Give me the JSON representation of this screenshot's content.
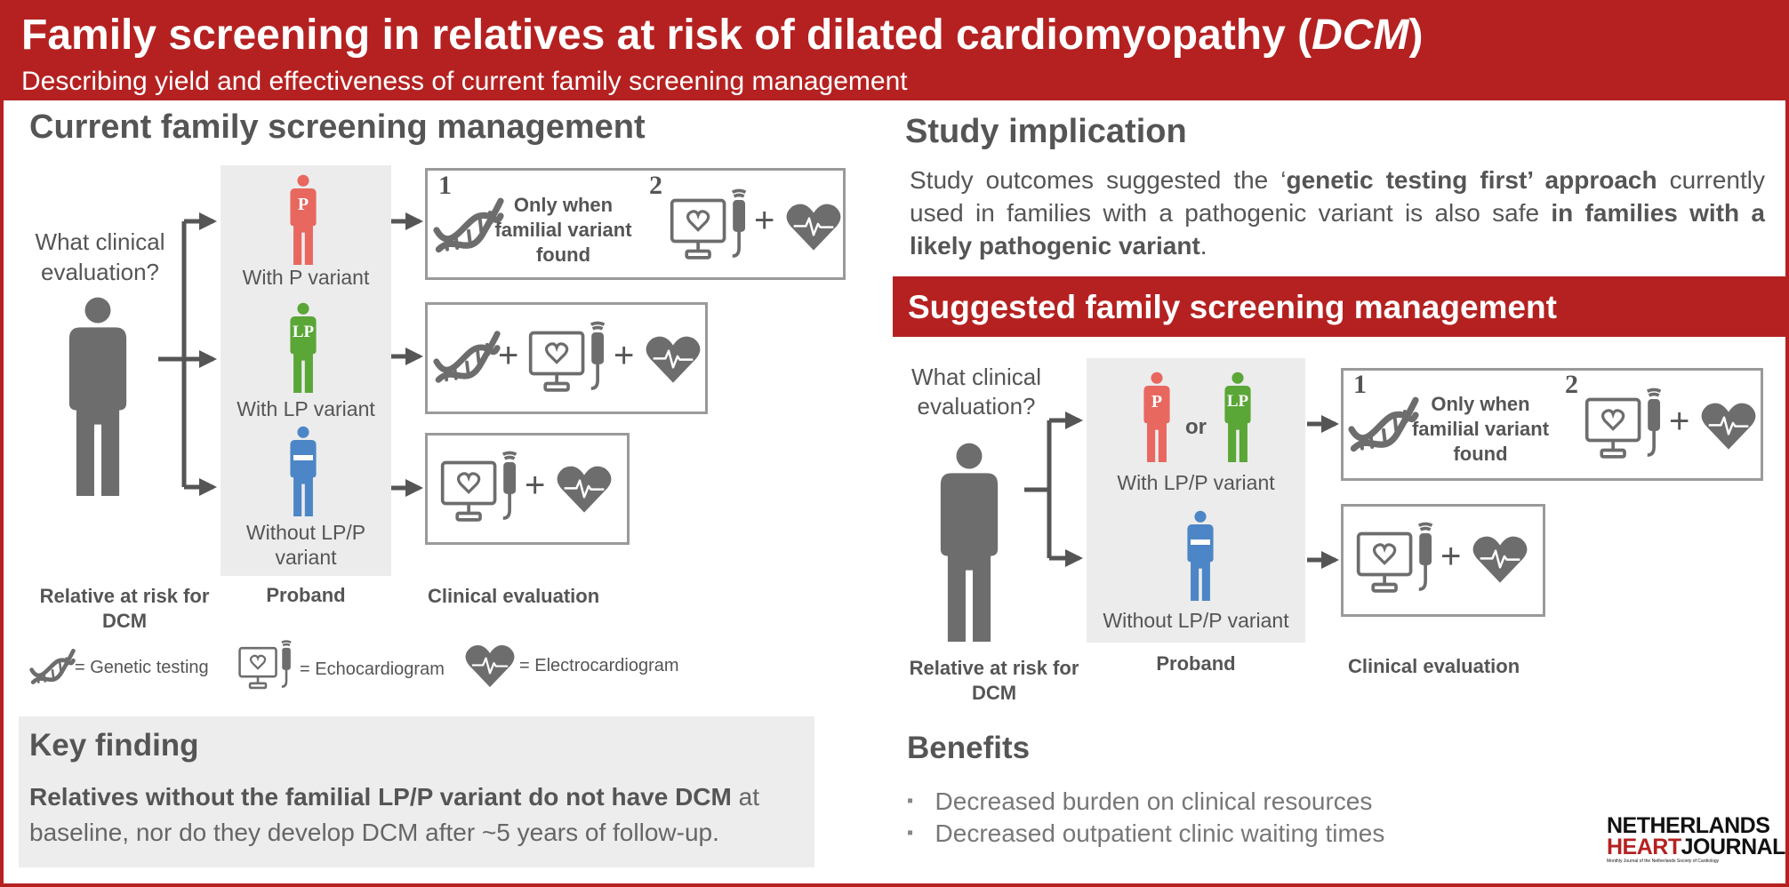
{
  "header": {
    "title_main": "Family screening in relatives at risk of dilated cardiomyopathy (",
    "title_abbr": "DCM",
    "title_close": ")",
    "subtitle": "Describing yield and effectiveness of current family screening management"
  },
  "left": {
    "heading": "Current family screening management",
    "question": "What clinical evaluation?",
    "proband_p": "With P variant",
    "proband_lp": "With LP variant",
    "proband_none": "Without LP/P variant",
    "badge_p": "P",
    "badge_lp": "LP",
    "step1": "1",
    "step2": "2",
    "only_when": "Only when familial variant found",
    "col_relative": "Relative at risk for DCM",
    "col_proband": "Proband",
    "col_clinical": "Clinical evaluation",
    "legend": {
      "genetic": "= Genetic testing",
      "echo": "= Echocardiogram",
      "ecg": "= Electrocardiogram"
    }
  },
  "key_finding": {
    "heading": "Key finding",
    "bold_text": "Relatives without the familial LP/P variant do not have DCM",
    "rest_text": " at baseline, nor do they develop DCM after ~5 years of follow-up."
  },
  "right": {
    "implication_heading": "Study implication",
    "implication_t1": "Study outcomes suggested the ‘",
    "implication_b1": "genetic testing first’ approach",
    "implication_t2": " currently used in families with a pathogenic variant is also safe ",
    "implication_b2": "in families with a likely pathogenic variant",
    "implication_t3": ".",
    "suggested_heading": "Suggested family screening management",
    "question": "What clinical evaluation?",
    "or": "or",
    "badge_p": "P",
    "badge_lp": "LP",
    "proband_lpp": "With LP/P variant",
    "proband_none": "Without LP/P variant",
    "step1": "1",
    "step2": "2",
    "only_when": "Only when familial variant found",
    "col_relative": "Relative at risk for DCM",
    "col_proband": "Proband",
    "col_clinical": "Clinical evaluation",
    "benefits_heading": "Benefits",
    "benefits": [
      "Decreased burden on clinical resources",
      "Decreased outpatient clinic waiting times"
    ],
    "bullet": "▪"
  },
  "logo": {
    "line1": "NETHERLANDS",
    "line2a": "HEART",
    "line2b": "JOURNAL",
    "tagline": "Monthly Journal of the Netherlands Society of Cardiology"
  },
  "colors": {
    "brand_red": "#b52121",
    "p_red": "#e8675f",
    "lp_green": "#5aa637",
    "none_blue": "#4c86c6",
    "icon_grey": "#6d6d6d"
  }
}
